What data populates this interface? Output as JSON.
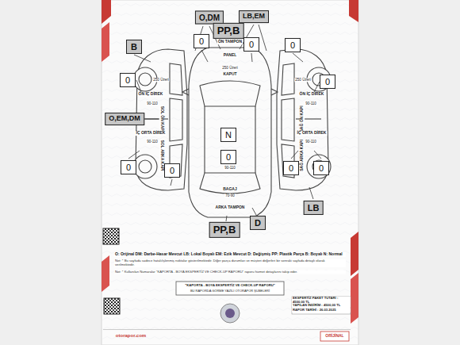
{
  "diagram": {
    "nodes": [
      {
        "text": [
          "O,DM"
        ]
      },
      {
        "text": [
          "LB,EM"
        ]
      },
      {
        "text": [
          "B"
        ]
      },
      {
        "text": [
          "PP,B"
        ]
      },
      {
        "text": [
          "0"
        ]
      },
      {
        "text": [
          "0"
        ]
      },
      {
        "text": [
          "0"
        ]
      },
      {
        "text": [
          "0"
        ]
      },
      {
        "text": [
          "0"
        ]
      },
      {
        "text": [
          "O,EM,DM"
        ]
      },
      {
        "text": [
          "N"
        ]
      },
      {
        "text": [
          "0"
        ]
      },
      {
        "text": [
          "0"
        ]
      },
      {
        "text": [
          "0"
        ]
      },
      {
        "text": [
          "0"
        ]
      },
      {
        "text": [
          "0"
        ]
      },
      {
        "text": [
          "LB"
        ]
      },
      {
        "text": [
          "D"
        ]
      },
      {
        "text": [
          "PP,B"
        ]
      }
    ],
    "labels": [
      "ÖN TAMPON",
      "PANEL",
      "250 Üzeri",
      "KAPUT",
      "250 Üzeri",
      "250 Üzeri",
      "ÖN İÇ DİREK",
      "90-110",
      "SOL ÖN KAPI",
      "İÇ ORTA DİREK",
      "90-110",
      "SOL ARKA KAPI",
      "ÖN İÇ DİREK",
      "90-110",
      "SAĞ ÖN KAPI",
      "İÇ ORTA DİREK",
      "90-110",
      "SAĞ ARKA KAPI",
      "90-110",
      "BAGAJ",
      "70-90",
      "ARKA TAMPON",
      "O: Orijinal DM: Darbe-Hasar Mevcut LB: Lokal Boyalı EM: Ezik Mevcut D: Değişmiş PP: Plastik Parça B: Boyalı N: Normal",
      "Not: * Bu sayfada sadece hatalı/işlenmiş noktalar gösterilmektedir. Diğer parça durumları ve müşteri değerleri bir sonraki sayfada detaylı olarak verilmektedir.",
      "Not: * Kullanılan Numaralar \"KAPORTA - BOYA EKSPERTİZ VE CHECK-UP RAPORU\" raporu hizmet detaylarını takip eder.",
      "\"KAPORTA - BOYA EKSPERTİZ VE CHECK-UP RAPORU\"",
      "BU RAPORDA GÖRME YAZILI OTORAPOR ŞUBELERİ",
      "EKSPERTİZ PAKET TUTARI : 4500,00 TL",
      "YAPILAN İNDİRİM : 4500,00 TL",
      "RAPOR TARİHİ : 26.03.2025",
      "otorapor.com",
      "ORİJİNAL"
    ]
  }
}
